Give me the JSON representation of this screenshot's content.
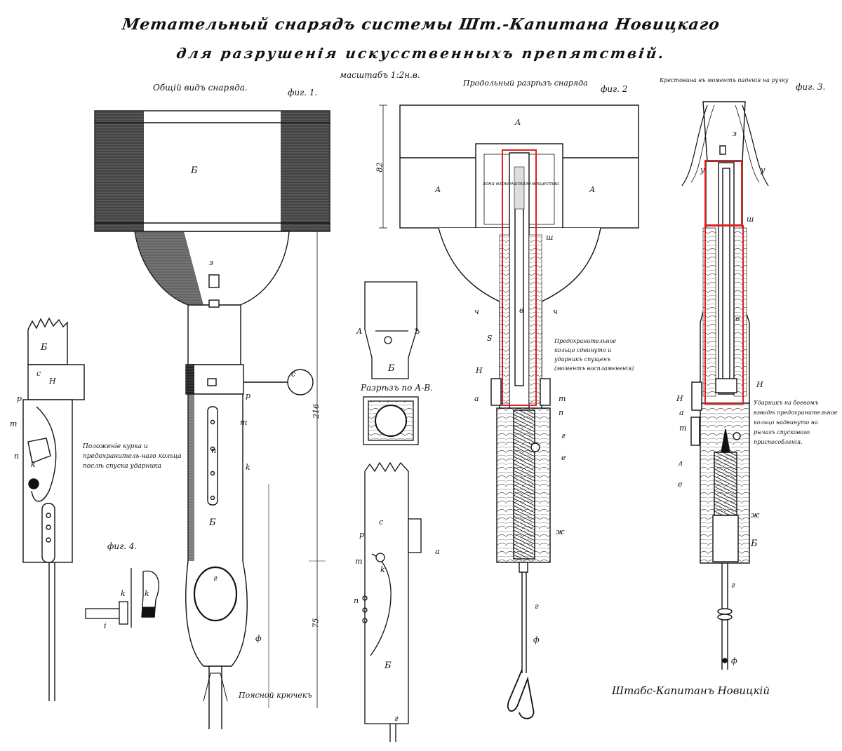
{
  "title": {
    "line1": "Метательный снарядъ системы Шт.-Капитана Новицкаго",
    "line2": "для разрушенія искусственныхъ препятствій.",
    "scale": "масштабъ 1:2н.в."
  },
  "figures": {
    "fig1": {
      "caption": "Общій видъ снаряда.",
      "number": "фиг. 1."
    },
    "fig2": {
      "caption": "Продольный разрѣзъ снаряда",
      "number": "фиг. 2"
    },
    "fig3": {
      "caption": "Крестовина въ моментъ паденія на ручку",
      "number": "фиг. 3."
    },
    "fig4": {
      "number": "фиг. 4."
    },
    "section": {
      "caption": "Разрѣзъ по А-В."
    }
  },
  "notes": {
    "fig1_left": "Положеніе курка и предохранитель-наго кольца послѣ спуска ударника",
    "fig2_ring": "Предохранительное кольцо сдвинуто и ударникъ спущенъ (моментъ воспламененія)",
    "fig3_striker": "Ударникъ на боевомъ взводѣ предохранительное кольцо надвинуто на рычагъ спускового приспособленія.",
    "fig2_charge": "зона взрывчатаго вещества",
    "belt_hook": "Поясной крючекъ"
  },
  "dimensions": {
    "d82": "82",
    "d216": "216",
    "d75": "75"
  },
  "letters": {
    "A": "А",
    "B": "Б",
    "Bc": "В",
    "H": "Н",
    "Vu": "Ѣ",
    "k": "k",
    "s": "с",
    "p": "р",
    "m": "m",
    "n": "n",
    "g": "г",
    "f": "ф",
    "i": "i",
    "e": "е",
    "zh": "ж",
    "z": "з",
    "u": "у",
    "sh": "ш",
    "ch": "ч",
    "a": "а",
    "b": "в",
    "l": "л",
    "S": "S"
  },
  "signature": "Штабс-Капитанъ Новицкій",
  "colors": {
    "ink": "#111111",
    "highlight": "#e02020",
    "paper": "#ffffff"
  }
}
